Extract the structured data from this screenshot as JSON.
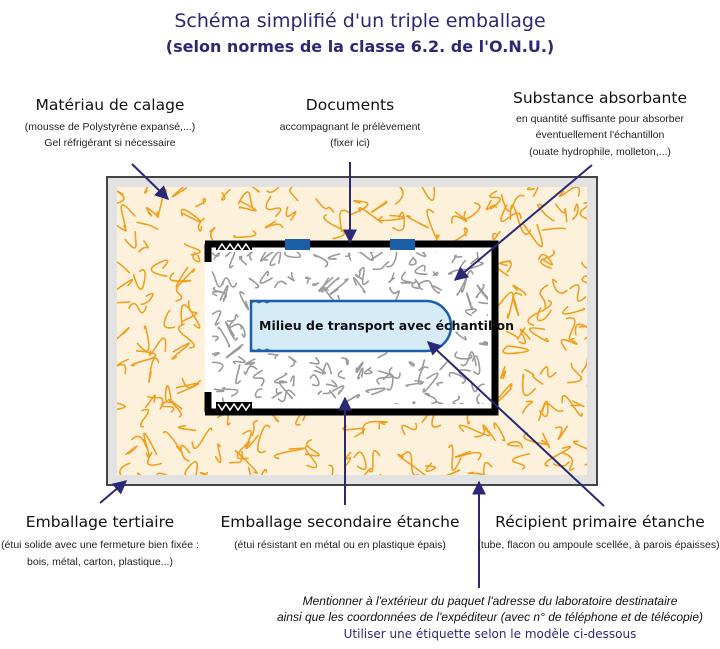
{
  "title": "Schéma simplifié d'un triple emballage",
  "subtitle": "(selon normes de la classe 6.2. de l'O.N.U.)",
  "labels": {
    "calage": {
      "heading": "Matériau de calage",
      "lines": [
        "(mousse de Polystyrène expansé,...)",
        "Gel réfrigérant si nécessaire"
      ]
    },
    "documents": {
      "heading": "Documents",
      "lines": [
        "accompagnant le prélèvement",
        "(fixer ici)"
      ]
    },
    "absorbante": {
      "heading": "Substance absorbante",
      "lines": [
        "en quantité suffisante pour absorber",
        "éventuellement l'échantillon",
        "(ouate hydrophile, molleton,...)"
      ]
    },
    "tertiaire": {
      "heading": "Emballage tertiaire",
      "lines": [
        "(étui solide avec une fermeture bien fixée :",
        "bois, métal, carton, plastique...)"
      ]
    },
    "secondaire": {
      "heading": "Emballage secondaire étanche",
      "lines": [
        "(étui résistant en métal ou en plastique épais)"
      ]
    },
    "primaire": {
      "heading": "Récipient primaire étanche",
      "lines": [
        "(tube, flacon ou ampoule scellée, à parois épaisses)."
      ]
    }
  },
  "tube_label": "Milieu de transport avec échantillon",
  "note": {
    "lines": [
      "Mentionner à l'extérieur du paquet l'adresse du laboratoire destinataire",
      "ainsi que les coordonnées de l'expéditeur (avec n° de téléphone et de télécopie)"
    ],
    "instruction": "Utiliser une étiquette selon le modèle ci-dessous"
  },
  "colors": {
    "navy": "#2b2878",
    "foam": "#fdf1dc",
    "squiggle_orange": "#f0a020",
    "squiggle_gray": "#9a9a9a",
    "tube_fill": "#d6ebf8",
    "tube_border": "#1a5fa8"
  }
}
